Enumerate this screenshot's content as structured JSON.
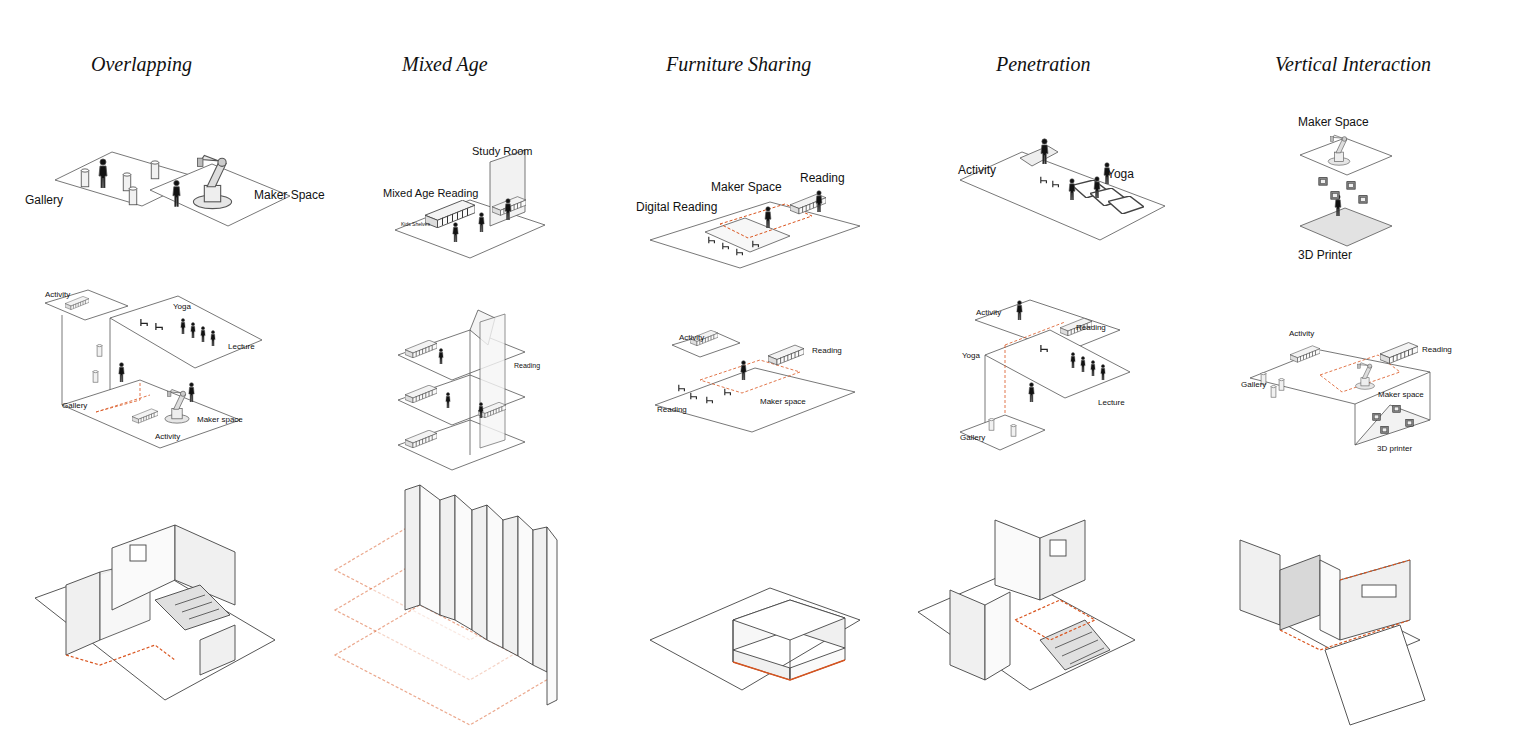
{
  "diagram": {
    "labels": [
      "Overlapping",
      "Mixed Age",
      "Furniture Sharing",
      "Penetration",
      "Vertical Interaction",
      "Gallery",
      "Maker Space",
      "Study Room",
      "Mixed Age Reading",
      "Kids Shelves",
      "Maker Space",
      "Reading",
      "Digital Reading",
      "Activity",
      "Yoga",
      "Maker Space",
      "3D Printer",
      "Activity",
      "Yoga",
      "Lecture",
      "Gallery",
      "Maker space",
      "Activity",
      "Reading",
      "Activity",
      "Reading",
      "Reading",
      "Maker space",
      "Activity",
      "Reading",
      "Yoga",
      "Lecture",
      "Gallery",
      "Activity",
      "Reading",
      "Gallery",
      "Maker space",
      "3D printer"
    ]
  }
}
